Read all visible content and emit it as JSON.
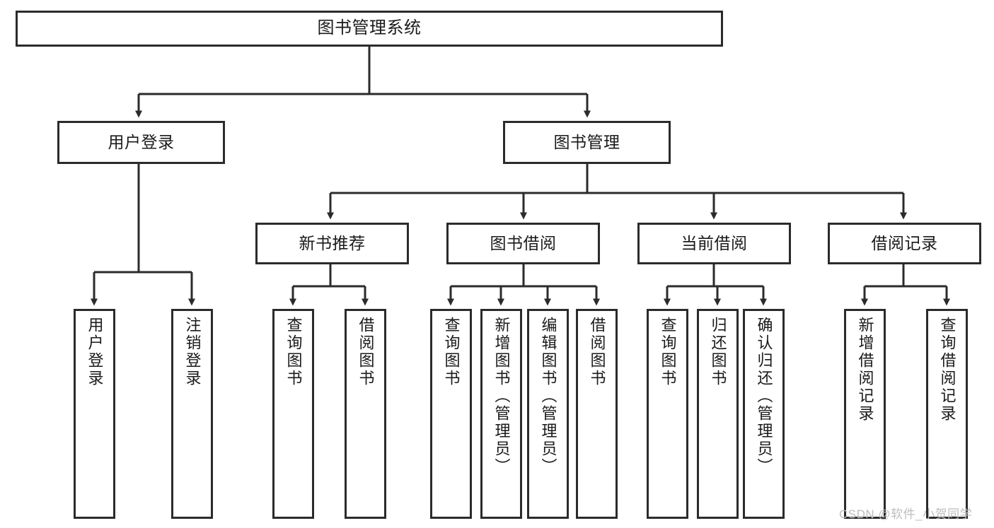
{
  "diagram": {
    "title": "图书管理系统",
    "type": "hierarchy-tree",
    "watermark": "CSDN @软件_小贺同学",
    "colors": {
      "box_border": "#2b2b2b",
      "box_fill": "#ffffff",
      "connector": "#2b2b2b",
      "text": "#1a1a1a",
      "watermark": "#bdbdbd",
      "background": "#ffffff"
    },
    "nodes": {
      "root": {
        "label": "图书管理系统"
      },
      "level2": [
        {
          "id": "user-login",
          "label": "用户登录"
        },
        {
          "id": "book-management",
          "label": "图书管理"
        }
      ],
      "level3": [
        {
          "id": "new-book-recommend",
          "label": "新书推荐"
        },
        {
          "id": "book-borrow",
          "label": "图书借阅"
        },
        {
          "id": "current-borrow",
          "label": "当前借阅"
        },
        {
          "id": "borrow-record",
          "label": "借阅记录"
        }
      ],
      "leaves": {
        "user_login": [
          {
            "id": "user-login-leaf",
            "label": "用户登录"
          },
          {
            "id": "logout-leaf",
            "label": "注销登录"
          }
        ],
        "new_book_recommend": [
          {
            "id": "query-books-1",
            "label": "查询图书"
          },
          {
            "id": "borrow-books-1",
            "label": "借阅图书"
          }
        ],
        "book_borrow": [
          {
            "id": "query-books-2",
            "label": "查询图书"
          },
          {
            "id": "add-book-admin",
            "label": "新增图书（管理员）"
          },
          {
            "id": "edit-book-admin",
            "label": "编辑图书（管理员）"
          },
          {
            "id": "borrow-books-2",
            "label": "借阅图书"
          }
        ],
        "current_borrow": [
          {
            "id": "query-books-3",
            "label": "查询图书"
          },
          {
            "id": "return-books",
            "label": "归还图书"
          },
          {
            "id": "confirm-return-admin",
            "label": "确认归还（管理员）"
          }
        ],
        "borrow_record": [
          {
            "id": "add-borrow-record",
            "label": "新增借阅记录"
          },
          {
            "id": "query-borrow-record",
            "label": "查询借阅记录"
          }
        ]
      }
    }
  }
}
